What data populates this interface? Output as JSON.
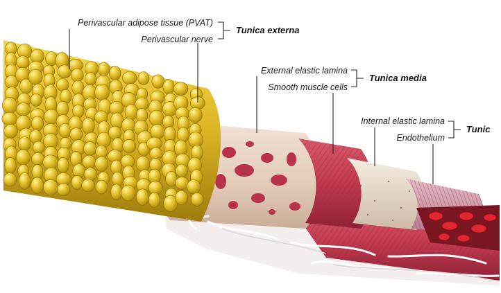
{
  "labels": {
    "pvat": "Perivascular adipose tissue (PVAT)",
    "perivascular_nerve": "Perivascular nerve",
    "external_elastic_lamina": "External elastic lamina",
    "smooth_muscle_cells": "Smooth muscle cells",
    "internal_elastic_lamina": "Internal elastic lamina",
    "endothelium": "Endothelium"
  },
  "groups": {
    "tunica_externa": "Tunica externa",
    "tunica_media": "Tunica media",
    "tunica_intima": "Tunic"
  },
  "colors": {
    "fat": "#e3c02c",
    "fat_dark": "#a88a10",
    "collagen": "#ffffff",
    "adventitia": "#e7d3c3",
    "muscle": "#c0394e",
    "lamina": "#eadfcf",
    "endothelium": "#d79aa8",
    "blood_cell": "#e0262f"
  }
}
